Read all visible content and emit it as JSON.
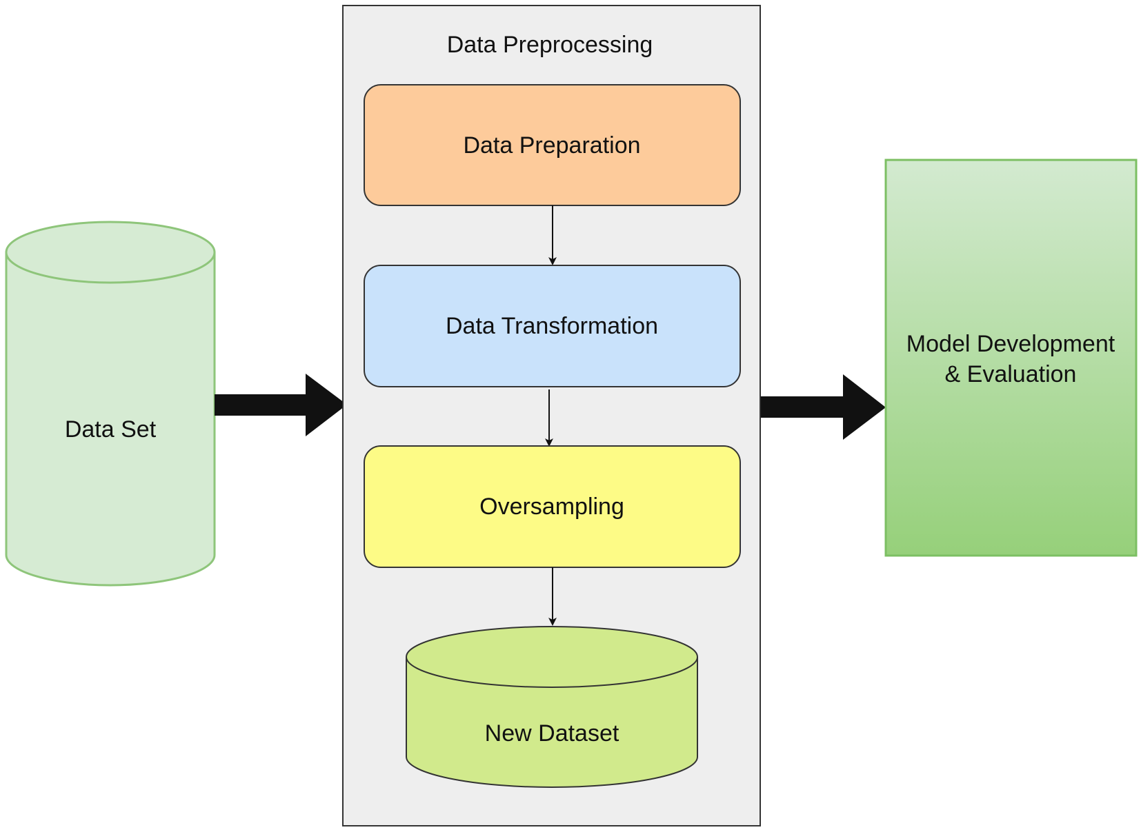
{
  "diagram": {
    "data_set": {
      "label": "Data Set"
    },
    "preprocessing": {
      "title": "Data Preprocessing",
      "steps": [
        {
          "label": "Data Preparation"
        },
        {
          "label": "Data Transformation"
        },
        {
          "label": "Oversampling"
        }
      ],
      "output": {
        "label": "New Dataset"
      }
    },
    "model": {
      "label_line1": "Model Development",
      "label_line2": "& Evaluation"
    }
  },
  "colors": {
    "preparation_fill": "#fdcb9b",
    "transformation_fill": "#c9e2fb",
    "oversampling_fill": "#fdfb86",
    "new_dataset_fill": "#d1ea8c",
    "data_set_fill": "#d6ebd3",
    "data_set_stroke": "#8ec57a",
    "container_fill": "#eeeeee",
    "model_gradient_top": "#d3ead0",
    "model_gradient_bottom": "#96d07a",
    "model_stroke": "#7cbf63"
  }
}
